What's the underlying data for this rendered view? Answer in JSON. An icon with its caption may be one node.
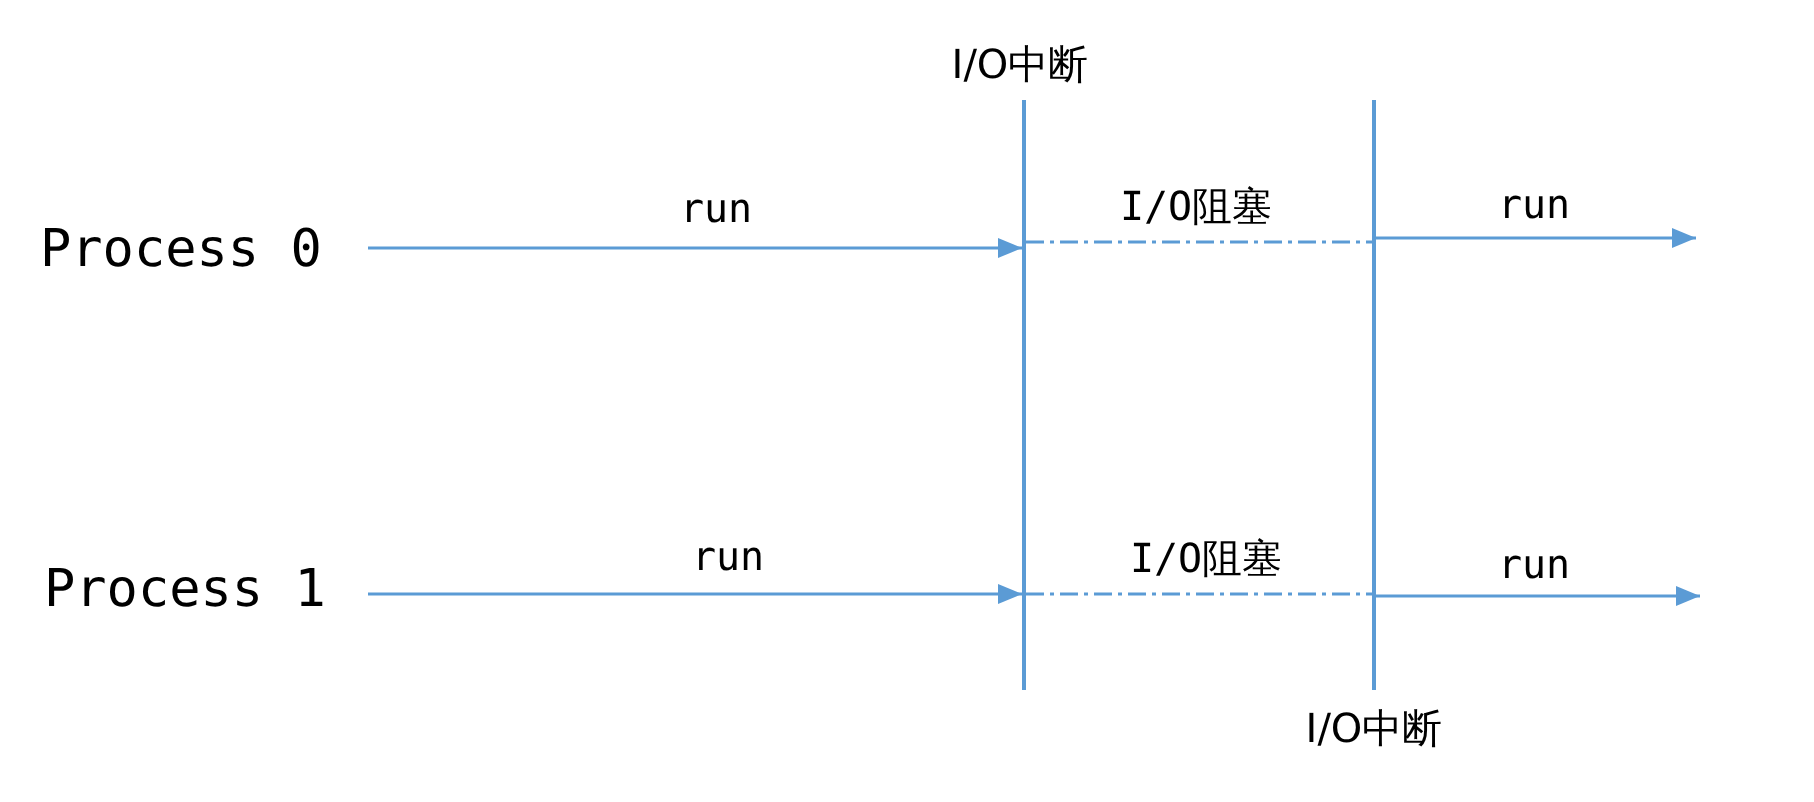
{
  "diagram": {
    "nodes": [
      {
        "text": [
          "Process 0"
        ]
      },
      {
        "text": [
          "Process 1"
        ]
      },
      {
        "text": [],
        "shape": "bar",
        "beside": [
          "I/O中断"
        ]
      },
      {
        "text": [],
        "shape": "bar",
        "beside": [
          "I/O中断"
        ]
      }
    ],
    "edges": [
      {
        "from": 0,
        "to": 2,
        "arrow": "to",
        "label": "run"
      },
      {
        "from": 2,
        "to": 3,
        "arrow": "none",
        "label": "I/O阻塞",
        "style": "dashed"
      },
      {
        "from": 3,
        "to": null,
        "arrow": "to",
        "label": "run"
      },
      {
        "from": 1,
        "to": 2,
        "arrow": "to",
        "label": "run"
      },
      {
        "from": 2,
        "to": 3,
        "arrow": "none",
        "label": "I/O阻塞",
        "style": "dashed"
      },
      {
        "from": 3,
        "to": null,
        "arrow": "to",
        "label": "run"
      }
    ]
  }
}
